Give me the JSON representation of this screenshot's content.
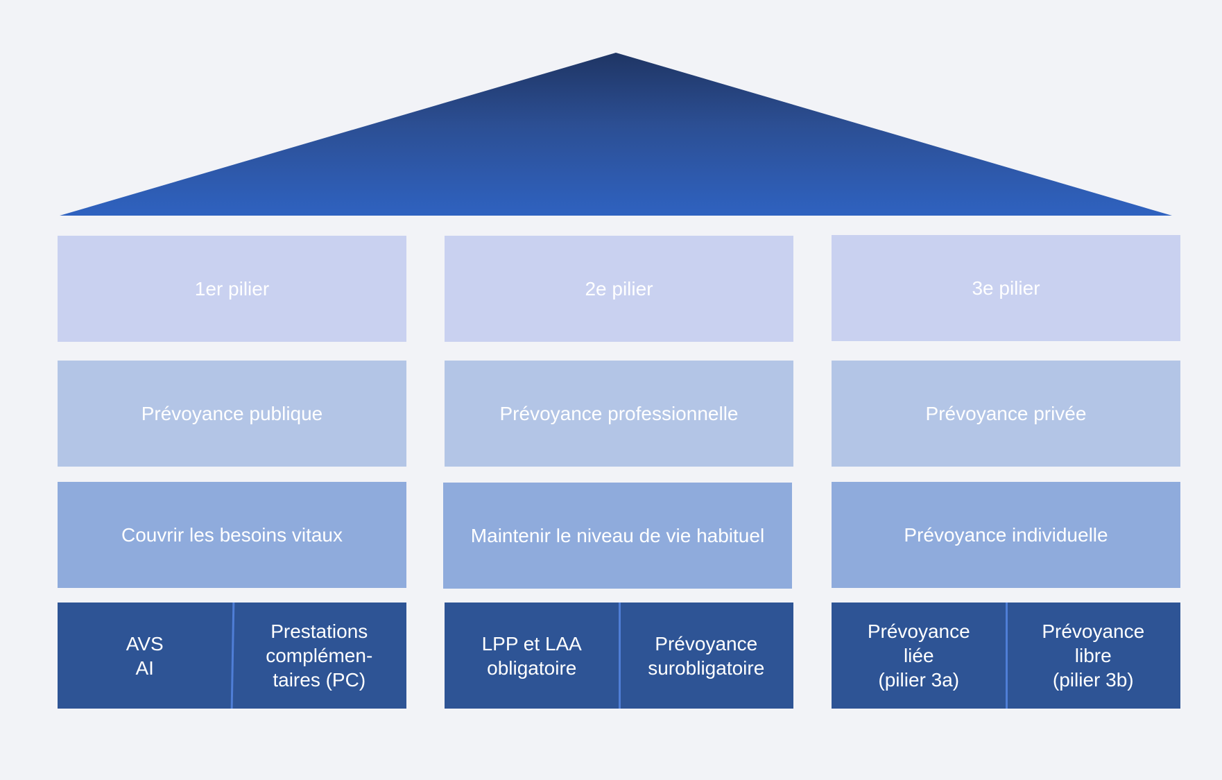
{
  "colors": {
    "background": "#f2f3f7",
    "roof_top": "#243b6b",
    "roof_bottom": "#2f62c0",
    "row1": "#c9d1f0",
    "row2": "#b3c5e6",
    "row3": "#8fabdc",
    "row4": "#2e5495",
    "divider": "#4f7ed6",
    "text": "#ffffff"
  },
  "pillars": [
    {
      "title": "1er pilier",
      "type": "Prévoyance publique",
      "goal": "Couvrir les besoins vitaux",
      "components": [
        "AVS\nAI",
        "Prestations\ncomplémen-\ntaires (PC)"
      ]
    },
    {
      "title": "2e pilier",
      "type": "Prévoyance professionnelle",
      "goal": "Maintenir le niveau de vie habituel",
      "components": [
        "LPP et LAA\nobligatoire",
        "Prévoyance\nsurobligatoire"
      ]
    },
    {
      "title": "3e pilier",
      "type": "Prévoyance privée",
      "goal": "Prévoyance individuelle",
      "components": [
        "Prévoyance\nliée\n(pilier 3a)",
        "Prévoyance\nlibre\n(pilier 3b)"
      ]
    }
  ]
}
